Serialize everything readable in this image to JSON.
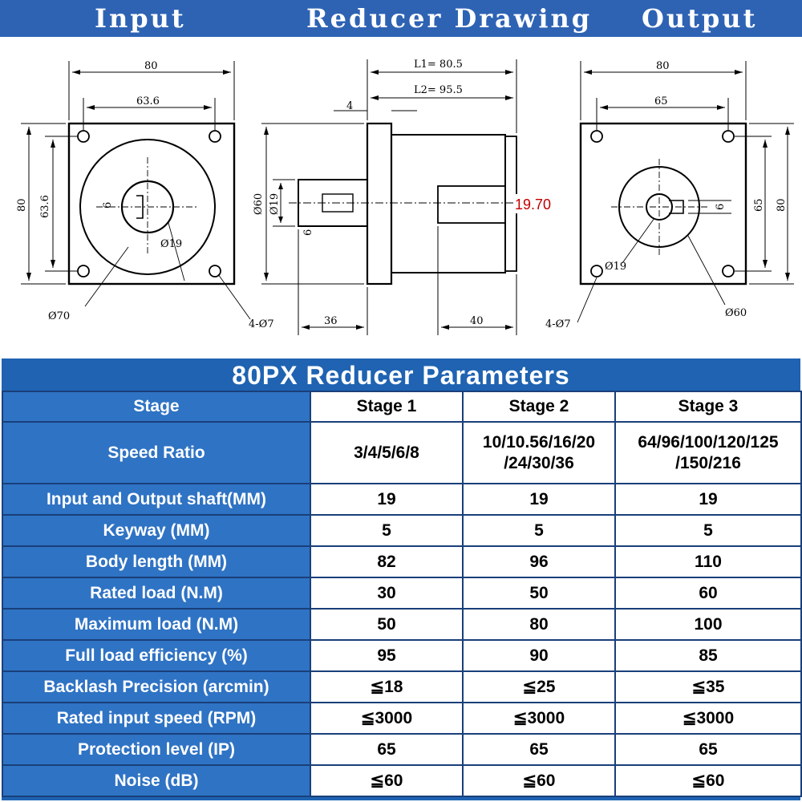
{
  "header": {
    "input_label": "Input",
    "drawing_label": "Reducer Drawing",
    "output_label": "Output"
  },
  "drawing": {
    "input": {
      "width_dim": "80",
      "bolt_spacing_h": "63.6",
      "height_dim": "80",
      "bolt_spacing_v": "63.6",
      "key_dim": "6",
      "bore_dim": "Ø19",
      "pilot_dim": "Ø70",
      "holes_dim": "4-Ø7"
    },
    "side": {
      "l1": "L1= 80.5",
      "l2": "L2= 95.5",
      "flange_thickness": "4",
      "flange_dia": "Ø60",
      "shaft_dia": "Ø19",
      "key_width": "6",
      "input_length": "36",
      "output_length": "40",
      "shaft_height_note": "19.70"
    },
    "output": {
      "width_dim": "80",
      "bolt_spacing_h": "65",
      "bolt_spacing_v": "65",
      "height_dim": "80",
      "key_dim": "6",
      "bore_dim": "Ø19",
      "pilot_dim": "Ø60",
      "holes_dim": "4-Ø7"
    },
    "colors": {
      "line": "#000000",
      "annotation": "#c00000"
    }
  },
  "params": {
    "title": "80PX Reducer Parameters",
    "header": [
      "Stage",
      "Stage 1",
      "Stage 2",
      "Stage 3"
    ],
    "rows": [
      {
        "label": "Speed Ratio",
        "values": [
          [
            "3/4/5/6/8",
            ""
          ],
          [
            "10/10.56/16/20",
            "/24/30/36"
          ],
          [
            "64/96/100/120/125",
            "/150/216"
          ]
        ]
      },
      {
        "label": "Input and Output shaft(MM)",
        "values": [
          "19",
          "19",
          "19"
        ]
      },
      {
        "label": "Keyway (MM)",
        "values": [
          "5",
          "5",
          "5"
        ]
      },
      {
        "label": "Body length (MM)",
        "values": [
          "82",
          "96",
          "110"
        ]
      },
      {
        "label": "Rated load (N.M)",
        "values": [
          "30",
          "50",
          "60"
        ]
      },
      {
        "label": "Maximum load (N.M)",
        "values": [
          "50",
          "80",
          "100"
        ]
      },
      {
        "label": "Full load efficiency (%)",
        "values": [
          "95",
          "90",
          "85"
        ]
      },
      {
        "label": "Backlash Precision (arcmin)",
        "values": [
          "≦18",
          "≦25",
          "≦35"
        ]
      },
      {
        "label": "Rated input speed (RPM)",
        "values": [
          "≦3000",
          "≦3000",
          "≦3000"
        ]
      },
      {
        "label": "Protection level (IP)",
        "values": [
          "65",
          "65",
          "65"
        ]
      },
      {
        "label": "Noise (dB)",
        "values": [
          "≦60",
          "≦60",
          "≦60"
        ]
      }
    ],
    "colors": {
      "title_bg": "#1f63b2",
      "label_bg": "#2f73c4",
      "value_bg": "#ffffff",
      "grid": "#1a3f7a"
    }
  }
}
